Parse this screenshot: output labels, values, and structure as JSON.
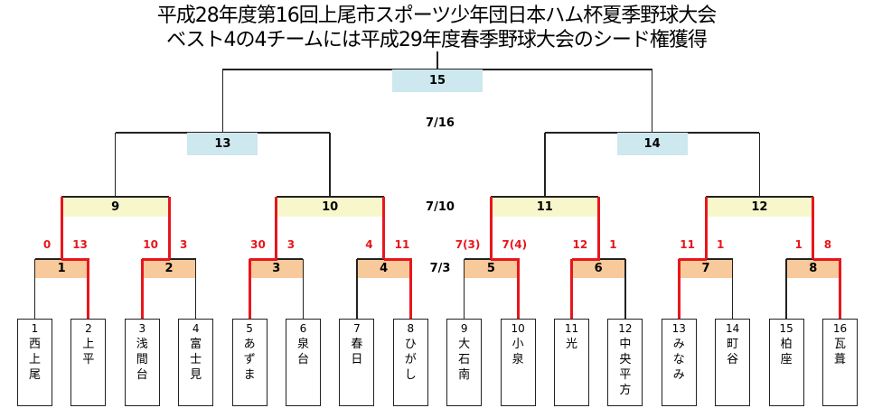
{
  "title": {
    "line1": "平成28年度第16回上尾市スポーツ少年団日本ハム杯夏季野球大会",
    "line2": "ベスト4の4チームには平成29年度春季野球大会のシード権獲得"
  },
  "dates": {
    "final_round": "7/16",
    "round2": "7/10",
    "round1": "7/3"
  },
  "colors": {
    "round1": "#f8c99a",
    "round2": "#f8f7cc",
    "semis": "#cde8ee",
    "final": "#cde8ee",
    "winner_line": "#e8161c",
    "line": "#222222"
  },
  "teams": [
    {
      "seed": "1",
      "name": "西上尾"
    },
    {
      "seed": "2",
      "name": "上平"
    },
    {
      "seed": "3",
      "name": "浅間台"
    },
    {
      "seed": "4",
      "name": "富士見"
    },
    {
      "seed": "5",
      "name": "あずま"
    },
    {
      "seed": "6",
      "name": "泉台"
    },
    {
      "seed": "7",
      "name": "春日"
    },
    {
      "seed": "8",
      "name": "ひがし"
    },
    {
      "seed": "9",
      "name": "大石南"
    },
    {
      "seed": "10",
      "name": "小泉"
    },
    {
      "seed": "11",
      "name": "光"
    },
    {
      "seed": "12",
      "name": "中央平方"
    },
    {
      "seed": "13",
      "name": "みなみ"
    },
    {
      "seed": "14",
      "name": "町谷"
    },
    {
      "seed": "15",
      "name": "柏座"
    },
    {
      "seed": "16",
      "name": "瓦葺"
    }
  ],
  "round1": [
    {
      "label": "1",
      "scores": [
        "0",
        "13"
      ],
      "winner": 1
    },
    {
      "label": "2",
      "scores": [
        "10",
        "3"
      ],
      "winner": 0
    },
    {
      "label": "3",
      "scores": [
        "30",
        "3"
      ],
      "winner": 0
    },
    {
      "label": "4",
      "scores": [
        "4",
        "11"
      ],
      "winner": 1
    },
    {
      "label": "5",
      "scores": [
        "7(3)",
        "7(4)"
      ],
      "winner": 1
    },
    {
      "label": "6",
      "scores": [
        "12",
        "1"
      ],
      "winner": 0
    },
    {
      "label": "7",
      "scores": [
        "11",
        "1"
      ],
      "winner": 0
    },
    {
      "label": "8",
      "scores": [
        "1",
        "8"
      ],
      "winner": 1
    }
  ],
  "round2": [
    {
      "label": "9"
    },
    {
      "label": "10"
    },
    {
      "label": "11"
    },
    {
      "label": "12"
    }
  ],
  "semis": [
    {
      "label": "13"
    },
    {
      "label": "14"
    }
  ],
  "final": {
    "label": "15"
  }
}
